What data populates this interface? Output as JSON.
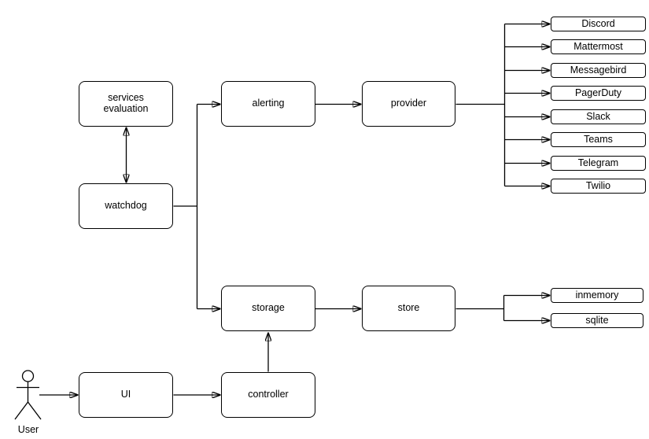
{
  "colors": {
    "stroke": "#000000",
    "node_fill": "#ffffff",
    "background": "#ffffff"
  },
  "nodes": {
    "services_evaluation": {
      "label": "services evaluation"
    },
    "watchdog": {
      "label": "watchdog"
    },
    "alerting": {
      "label": "alerting"
    },
    "provider": {
      "label": "provider"
    },
    "storage": {
      "label": "storage"
    },
    "store": {
      "label": "store"
    },
    "ui": {
      "label": "UI"
    },
    "controller": {
      "label": "controller"
    }
  },
  "actor": {
    "label": "User"
  },
  "providers": [
    {
      "label": "Discord"
    },
    {
      "label": "Mattermost"
    },
    {
      "label": "Messagebird"
    },
    {
      "label": "PagerDuty"
    },
    {
      "label": "Slack"
    },
    {
      "label": "Teams"
    },
    {
      "label": "Telegram"
    },
    {
      "label": "Twilio"
    }
  ],
  "stores": [
    {
      "label": "inmemory"
    },
    {
      "label": "sqlite"
    }
  ],
  "edges": [
    {
      "from": "services_evaluation",
      "to": "watchdog",
      "style": "bidirectional-arrow"
    },
    {
      "from": "watchdog",
      "to": "alerting",
      "style": "arrow"
    },
    {
      "from": "watchdog",
      "to": "storage",
      "style": "arrow"
    },
    {
      "from": "alerting",
      "to": "provider",
      "style": "arrow"
    },
    {
      "from": "provider",
      "to": "Discord",
      "style": "arrow"
    },
    {
      "from": "provider",
      "to": "Mattermost",
      "style": "arrow"
    },
    {
      "from": "provider",
      "to": "Messagebird",
      "style": "arrow"
    },
    {
      "from": "provider",
      "to": "PagerDuty",
      "style": "arrow"
    },
    {
      "from": "provider",
      "to": "Slack",
      "style": "arrow"
    },
    {
      "from": "provider",
      "to": "Teams",
      "style": "arrow"
    },
    {
      "from": "provider",
      "to": "Telegram",
      "style": "arrow"
    },
    {
      "from": "provider",
      "to": "Twilio",
      "style": "arrow"
    },
    {
      "from": "storage",
      "to": "store",
      "style": "arrow"
    },
    {
      "from": "store",
      "to": "inmemory",
      "style": "arrow"
    },
    {
      "from": "store",
      "to": "sqlite",
      "style": "arrow"
    },
    {
      "from": "controller",
      "to": "storage",
      "style": "arrow"
    },
    {
      "from": "ui",
      "to": "controller",
      "style": "arrow"
    },
    {
      "from": "User",
      "to": "ui",
      "style": "arrow"
    }
  ]
}
